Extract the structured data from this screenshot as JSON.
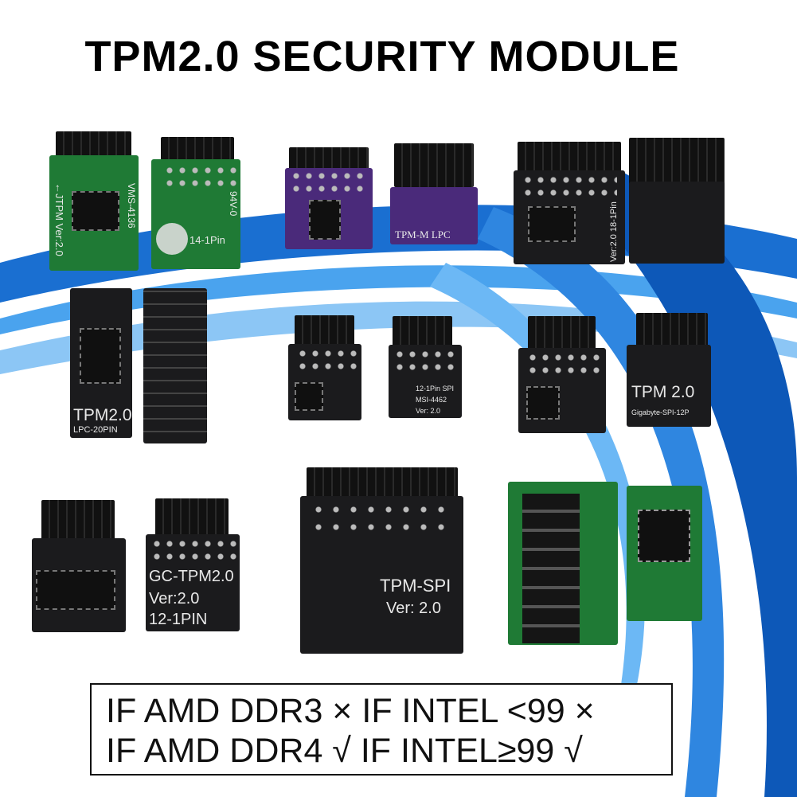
{
  "title": "TPM2.0 SECURITY MODULE",
  "colors": {
    "swoosh_blue": "#1a6fd1",
    "pcb_green": "#1f7a35",
    "pcb_black": "#1b1b1d",
    "pcb_purple": "#4a2a7a"
  },
  "modules": [
    {
      "labels": [
        "←JTPM Ver:2.0",
        "VMS-4136"
      ]
    },
    {
      "labels": [
        "14-1Pin",
        "94V-0"
      ]
    },
    {
      "labels": []
    },
    {
      "labels": [
        "TPM-M LPC"
      ]
    },
    {
      "labels": [
        "Ver:2.0 18-1Pin"
      ]
    },
    {
      "labels": []
    },
    {
      "labels": [
        "TPM2.0",
        "LPC-20PIN"
      ]
    },
    {
      "labels": []
    },
    {
      "labels": []
    },
    {
      "labels": [
        "12-1Pin SPI",
        "MSI-4462",
        "Ver: 2.0"
      ]
    },
    {
      "labels": []
    },
    {
      "labels": [
        "TPM 2.0",
        "Gigabyte-SPI-12P"
      ]
    },
    {
      "labels": []
    },
    {
      "labels": [
        "GC-TPM2.0",
        "Ver:2.0",
        "12-1PIN"
      ]
    },
    {
      "labels": [
        "TPM-SPI",
        "Ver: 2.0"
      ]
    },
    {
      "labels": []
    },
    {
      "labels": []
    }
  ],
  "compatibility": {
    "line1": "IF AMD DDR3 ×  IF INTEL <99 ×",
    "line2": "IF AMD DDR4 √  IF INTEL≥99 √"
  }
}
